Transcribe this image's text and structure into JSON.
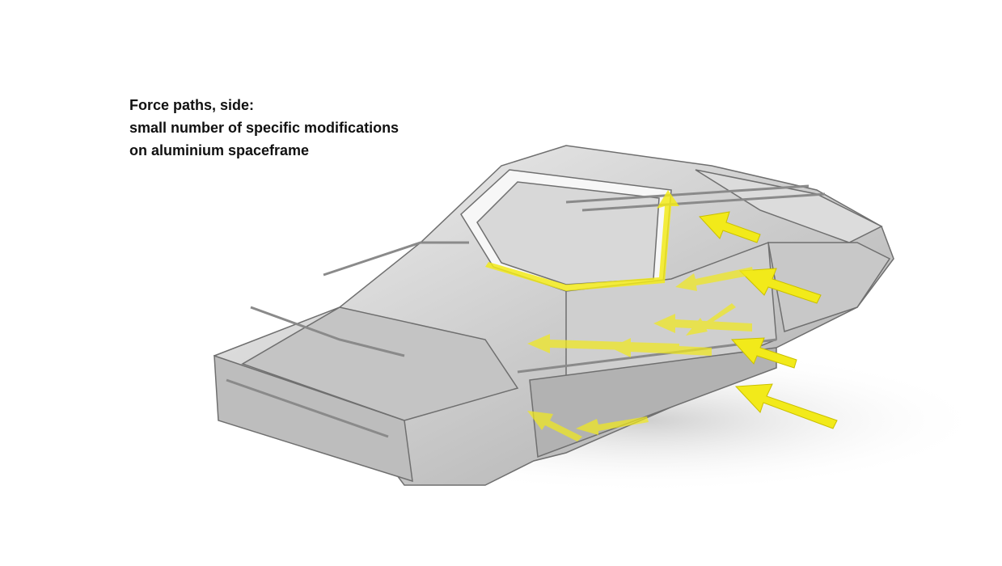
{
  "caption": {
    "line1": "Force paths, side:",
    "line2": "small number of specific modifications",
    "line3": "on aluminium spaceframe"
  },
  "colors": {
    "arrow": "#f2ea1a",
    "frame_light": "#e4e4e4",
    "frame_mid": "#b8b8b8",
    "frame_dark": "#6f6f6f"
  }
}
